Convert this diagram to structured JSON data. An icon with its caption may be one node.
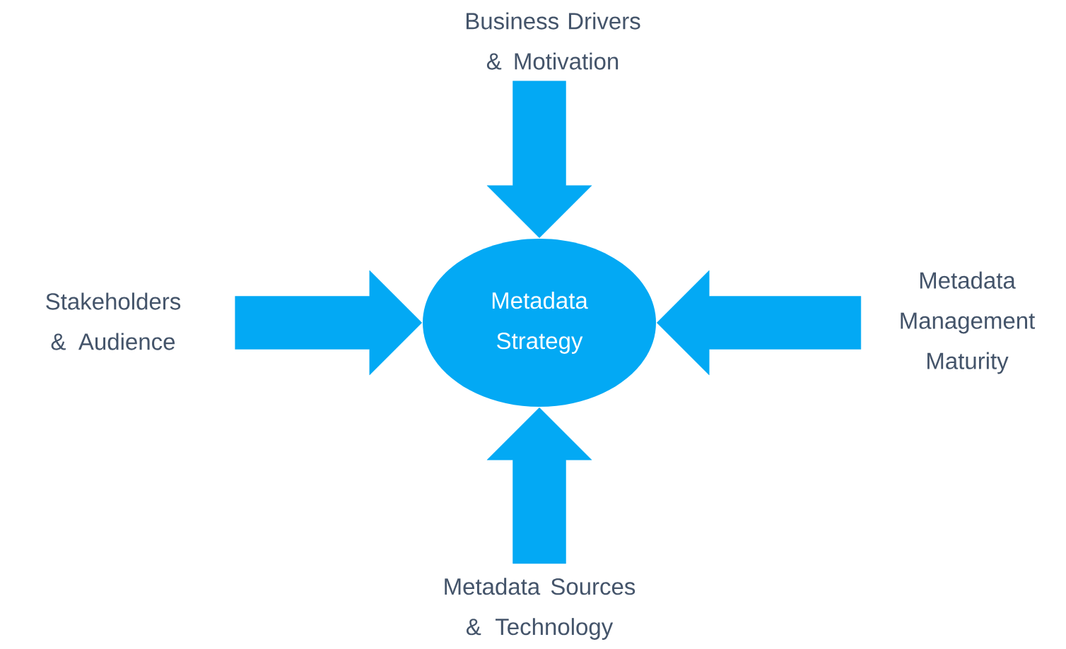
{
  "diagram": {
    "nodes": [
      {
        "text": [
          "Metadata Strategy"
        ]
      },
      {
        "text": [
          "Business Drivers & Motivation"
        ]
      },
      {
        "text": [
          "Stakeholders & Audience"
        ]
      },
      {
        "text": [
          "Metadata Management Maturity"
        ]
      },
      {
        "text": [
          "Metadata Sources & Technology"
        ]
      }
    ],
    "edges": [
      {
        "from": 1,
        "to": 0,
        "arrow": "to"
      },
      {
        "from": 2,
        "to": 0,
        "arrow": "to"
      },
      {
        "from": 3,
        "to": 0,
        "arrow": "to"
      },
      {
        "from": 4,
        "to": 0,
        "arrow": "to"
      }
    ]
  }
}
